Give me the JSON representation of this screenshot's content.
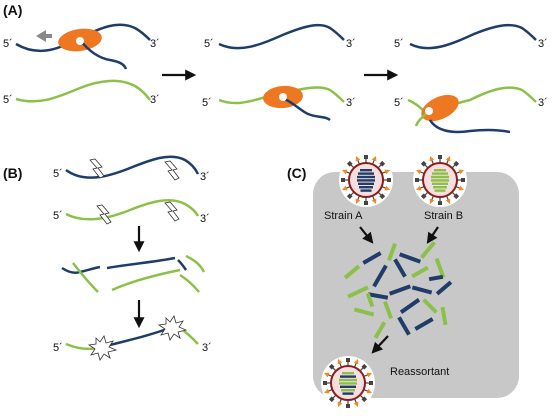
{
  "panels": {
    "a": {
      "label": "(A)"
    },
    "b": {
      "label": "(B)"
    },
    "c": {
      "label": "(C)"
    }
  },
  "ends": {
    "five": "5´",
    "three": "3´"
  },
  "strains": {
    "a": "Strain A",
    "b": "Strain B"
  },
  "reassortant": "Reassortant",
  "colors": {
    "dark_strand": "#1f3d68",
    "light_strand": "#8cc04a",
    "polymerase": "#ee7722",
    "cell": "#c8c8c8",
    "arrow": "#111111",
    "back_arrow": "#888888",
    "envelope": "#8a1c1c",
    "spike_orange": "#f08a24"
  },
  "icons": [
    "polymerase-icon",
    "break-icon",
    "ligation-icon",
    "virion-icon",
    "arrow-icon"
  ]
}
